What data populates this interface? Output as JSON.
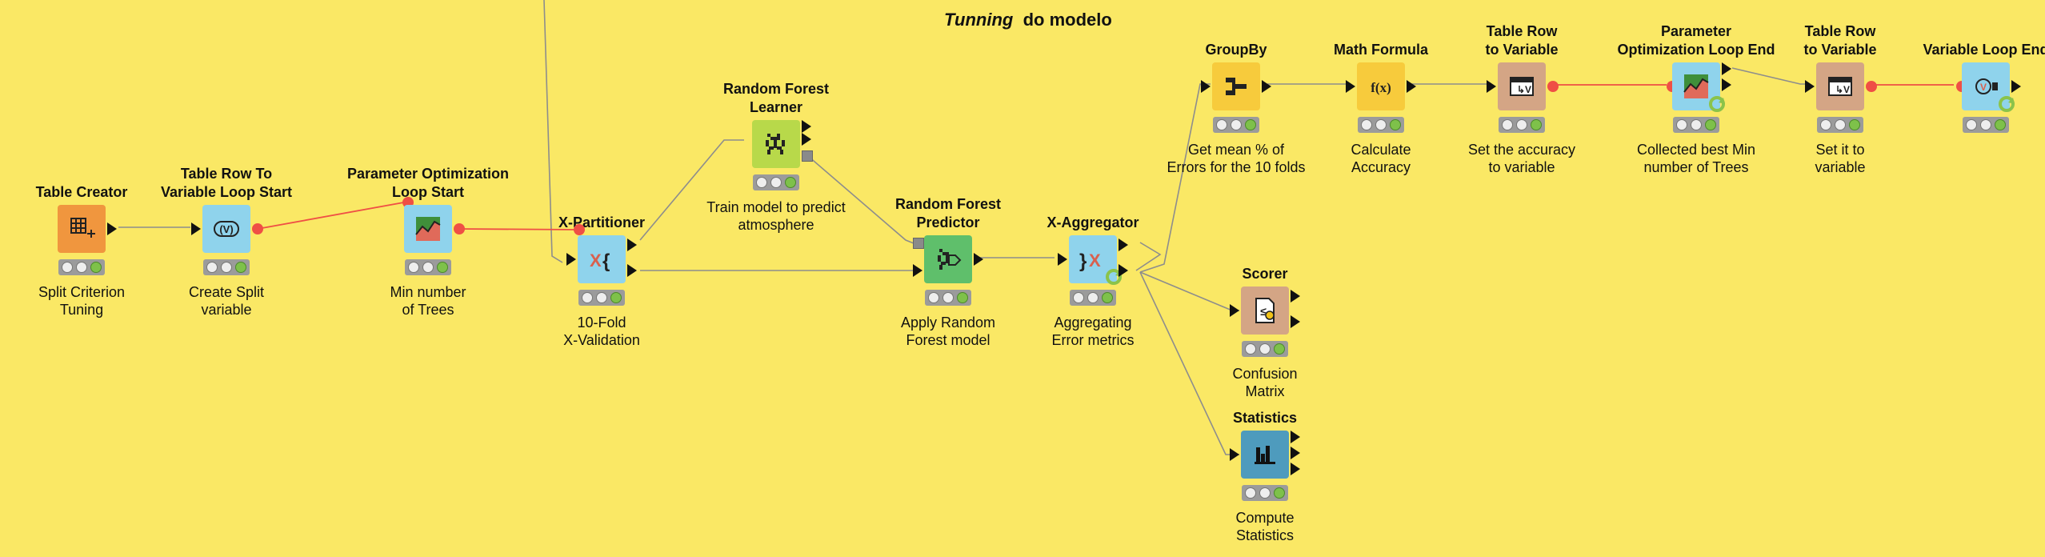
{
  "workflow": {
    "title_italic": "Tunning",
    "title_rest": "do modelo"
  },
  "colors": {
    "background": "#fae865",
    "wire": "#8d8d8d",
    "flow_wire": "#ef4f45",
    "status_ok": "#7ec14a"
  },
  "nodes": {
    "table_creator": {
      "name": "Table Creator",
      "desc": "Split Criterion\nTuning",
      "icon": "table-creator-icon",
      "color": "#f0963e"
    },
    "table_row_to_var_loop": {
      "name": "Table Row To\nVariable Loop Start",
      "desc": "Create Split\nvariable",
      "icon": "loop-start-icon",
      "color": "#8fd3ec"
    },
    "param_opt_loop_start": {
      "name": "Parameter Optimization\nLoop Start",
      "desc": "Min number\nof Trees",
      "icon": "param-opt-start-icon",
      "color": "#8fd3ec"
    },
    "x_partitioner": {
      "name": "X-Partitioner",
      "desc": "10-Fold\nX-Validation",
      "icon": "x-partitioner-icon",
      "color": "#8fd3ec"
    },
    "rf_learner": {
      "name": "Random Forest\nLearner",
      "desc": "Train model to predict\natmosphere",
      "icon": "rf-learner-icon",
      "color": "#b8d94a"
    },
    "rf_predictor": {
      "name": "Random Forest\nPredictor",
      "desc": "Apply Random\nForest model",
      "icon": "rf-predictor-icon",
      "color": "#5fbf6b"
    },
    "x_aggregator": {
      "name": "X-Aggregator",
      "desc": "Aggregating\nError metrics",
      "icon": "x-aggregator-icon",
      "color": "#8fd3ec"
    },
    "groupby": {
      "name": "GroupBy",
      "desc": "Get mean % of\nErrors for the 10 folds",
      "icon": "groupby-icon",
      "color": "#f7cb3c"
    },
    "math_formula": {
      "name": "Math Formula",
      "desc": "Calculate\nAccuracy",
      "icon": "math-formula-icon",
      "color": "#f7cb3c"
    },
    "table_row_to_var_1": {
      "name": "Table Row\nto Variable",
      "desc": "Set the accuracy\nto variable",
      "icon": "table-row-to-variable-icon",
      "color": "#d4a585"
    },
    "param_opt_loop_end": {
      "name": "Parameter\nOptimization Loop End",
      "desc": "Collected best Min\nnumber of Trees",
      "icon": "param-opt-end-icon",
      "color": "#8fd3ec"
    },
    "table_row_to_var_2": {
      "name": "Table Row\nto Variable",
      "desc": "Set it to\nvariable",
      "icon": "table-row-to-variable-icon",
      "color": "#d4a585"
    },
    "variable_loop_end": {
      "name": "Variable Loop End",
      "desc": "",
      "icon": "variable-loop-end-icon",
      "color": "#8fd3ec"
    },
    "scorer": {
      "name": "Scorer",
      "desc": "Confusion\nMatrix",
      "icon": "scorer-icon",
      "color": "#d4a585"
    },
    "statistics": {
      "name": "Statistics",
      "desc": "Compute\nStatistics",
      "icon": "statistics-icon",
      "color": "#4e9bbd"
    }
  }
}
